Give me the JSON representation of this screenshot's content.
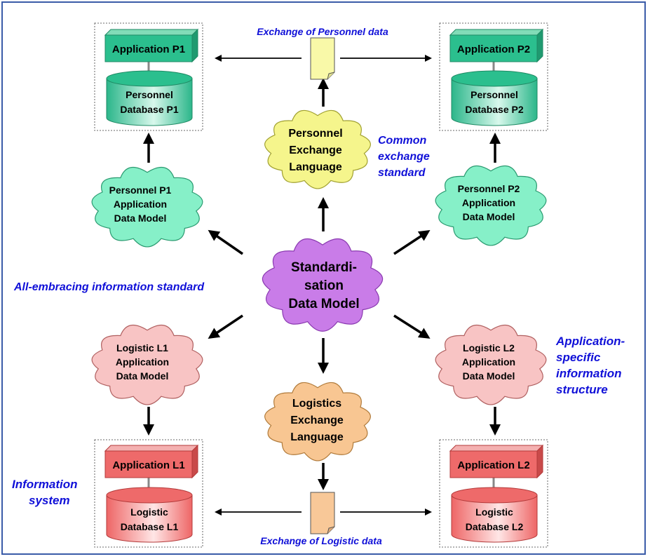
{
  "center": [
    "Standardi-",
    "sation",
    "Data Model"
  ],
  "top_flow": "Exchange of Personnel data",
  "bottom_flow": "Exchange of Logistic data",
  "exchange_personnel": [
    "Personnel",
    "Exchange",
    "Language"
  ],
  "exchange_logistics": [
    "Logistics",
    "Exchange",
    "Language"
  ],
  "common_standard": [
    "Common",
    "exchange",
    "standard"
  ],
  "all_embracing": "All-embracing information standard",
  "app_specific": [
    "Application-",
    "specific",
    "information",
    "structure"
  ],
  "info_system": [
    "Information",
    "system"
  ],
  "model_p1": [
    "Personnel P1",
    "Application",
    "Data Model"
  ],
  "model_p2": [
    "Personnel P2",
    "Application",
    "Data Model"
  ],
  "model_l1": [
    "Logistic L1",
    "Application",
    "Data Model"
  ],
  "model_l2": [
    "Logistic L2",
    "Application",
    "Data Model"
  ],
  "system_p1": {
    "app": "Application P1",
    "db": [
      "Personnel",
      "Database P1"
    ]
  },
  "system_p2": {
    "app": "Application P2",
    "db": [
      "Personnel",
      "Database P2"
    ]
  },
  "system_l1": {
    "app": "Application L1",
    "db": [
      "Logistic",
      "Database L1"
    ]
  },
  "system_l2": {
    "app": "Application L2",
    "db": [
      "Logistic",
      "Database L2"
    ]
  },
  "colors": {
    "personnel_app": "#2bbf8e",
    "logistic_app": "#ee6a6a",
    "center_cloud": "#c97ce8",
    "personnel_cloud": "#f5f58c",
    "logistics_cloud": "#f8c692",
    "p_model_cloud": "#86f0c8",
    "l_model_cloud": "#f8c4c4",
    "doc_yellow": "#f9f9a8",
    "doc_orange": "#f8c898",
    "annotation_text": "#1010d8",
    "frame": "#3a5ba8"
  }
}
